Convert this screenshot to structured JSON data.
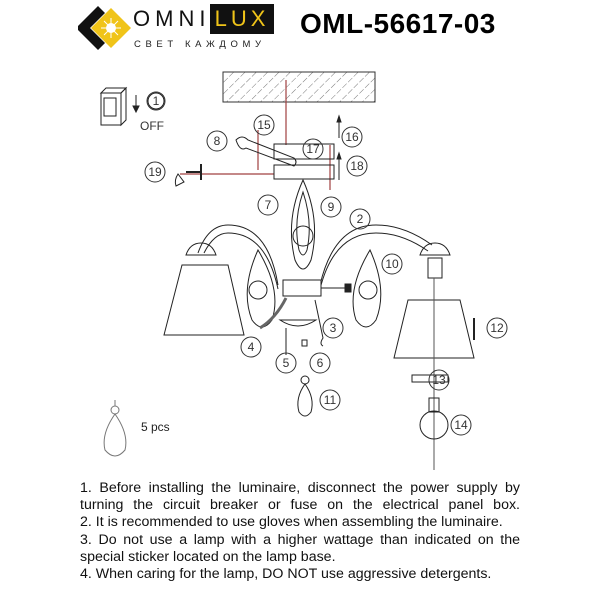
{
  "header": {
    "brand_part1": "OMNI",
    "brand_part2": "LUX",
    "tagline": "СВЕТ КАЖДОМУ",
    "model": "OML-56617-03",
    "brand_colors": {
      "logo_yellow": "#f0c419",
      "logo_dark": "#111111"
    }
  },
  "diagram": {
    "switch_label": "OFF",
    "callouts": [
      "1",
      "2",
      "3",
      "4",
      "5",
      "6",
      "7",
      "8",
      "9",
      "10",
      "11",
      "12",
      "13",
      "14",
      "15",
      "16",
      "17",
      "18",
      "19"
    ],
    "crystal_note": "5 pcs",
    "accent_color": "#a04040"
  },
  "instructions": [
    "1. Before installing the luminaire, disconnect the power supply by turning the circuit breaker or fuse on the electrical panel box.",
    "2. It is recommended to use gloves when assembling the luminaire.",
    "3. Do not use a lamp with a higher wattage than indicated on the special sticker located on the lamp base.",
    "4. When caring for the lamp, DO NOT use aggressive detergents."
  ]
}
